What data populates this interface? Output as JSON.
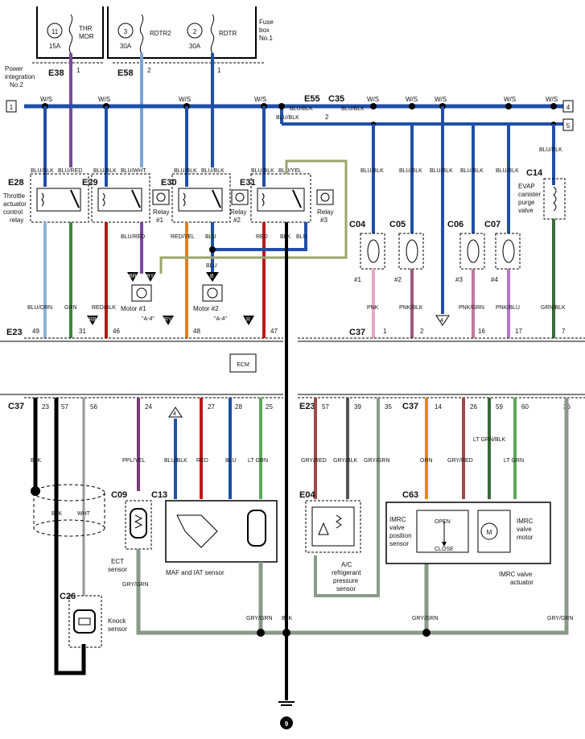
{
  "fuses": [
    {
      "num": "11",
      "amp": "15A",
      "name1": "THR",
      "name2": "MOR"
    },
    {
      "num": "3",
      "amp": "30A",
      "name1": "RDTR2",
      "name2": ""
    },
    {
      "num": "2",
      "amp": "30A",
      "name1": "RDTR",
      "name2": ""
    }
  ],
  "fuse_box_label": [
    "Fuse",
    "box",
    "No.1"
  ],
  "power_integration_label": [
    "Power",
    "integration",
    "No.2"
  ],
  "connectors": {
    "E38": "E38",
    "E58": "E58",
    "E55": "E55",
    "C35": "C35",
    "E28": "E28",
    "E29": "E29",
    "E30": "E30",
    "E31": "E31",
    "C14": "C14",
    "C04": "C04",
    "C05": "C05",
    "C06": "C06",
    "C07": "C07",
    "E23_top": "E23",
    "C37_top": "C37",
    "C37_left": "C37",
    "E23_right": "E23",
    "C37_right": "C37",
    "C09": "C09",
    "C13": "C13",
    "E04": "E04",
    "C63": "C63",
    "C26": "C26"
  },
  "wire_colors": {
    "ws": "W/S",
    "blu_blk": "BLU/BLK",
    "blu_red": "BLU/RED",
    "blu_wht": "BLU/WHT",
    "blu_yel": "BLU/YEL",
    "red_yel": "RED/YEL",
    "blu": "BLU",
    "red": "RED",
    "blk": "BLK",
    "blu_orn": "BLU/ORN",
    "grn": "GRN",
    "red_blk": "RED/BLK",
    "pnk": "PNK",
    "pnk_blk": "PNK/BLK",
    "pnk_grn": "PNK/GRN",
    "pnk_blu": "PNK/BLU",
    "grn_blk": "GRN/BLK",
    "ppl_yel": "PPL/YEL",
    "lt_grn": "LT GRN",
    "gry_red": "GRY/RED",
    "gry_blk": "GRY/BLK",
    "gry_grn": "GRY/GRN",
    "orn": "ORN",
    "lt_grn_blk": "LT GRN/BLK",
    "wht": "WHT",
    "br": "BR",
    "by": "BY",
    "b": "B",
    "ry": "RY",
    "rb": "RB",
    "r": "R"
  },
  "components": {
    "throttle_relay": [
      "Throttle",
      "actuator",
      "control",
      "relay"
    ],
    "relay1": [
      "Relay",
      "#1"
    ],
    "relay2": [
      "Relay",
      "#2"
    ],
    "relay3": [
      "Relay",
      "#3"
    ],
    "motor1": "Motor #1",
    "motor2": "Motor #2",
    "motor_ref": "\"A-4\"",
    "evap": [
      "EVAP",
      "canister",
      "purge",
      "valve"
    ],
    "inj": [
      "#1",
      "#2",
      "#3",
      "#4"
    ],
    "ecm": "ECM",
    "ect": [
      "ECT",
      "sensor"
    ],
    "maf": "MAF and IAT sensor",
    "ac": [
      "A/C",
      "refrigerant",
      "pressure",
      "sensor"
    ],
    "imrc_pos": [
      "IMRC",
      "valve",
      "position",
      "sensor"
    ],
    "open": "OPEN",
    "close": "CLOSE",
    "imrc_motor": [
      "IMRC",
      "valve",
      "motor"
    ],
    "imrc_act": [
      "IMRC valve",
      "actuator"
    ],
    "knock": [
      "Knock",
      "sensor"
    ],
    "ground": "9",
    "arrow_a": "4",
    "box1": "1",
    "box4": "4",
    "box5": "5"
  },
  "pins": {
    "e38": "1",
    "e58": "2",
    "fuse2": "1",
    "e55": "2",
    "e23": [
      "49",
      "31",
      "46",
      "48",
      "47"
    ],
    "c37_top": [
      "1",
      "2",
      "16",
      "17",
      "7"
    ],
    "c37_left": [
      "23",
      "57",
      "56"
    ],
    "ecm_row": [
      "24",
      "27",
      "28",
      "25"
    ],
    "e23_right": [
      "57",
      "39",
      "35"
    ],
    "c37_right": [
      "14",
      "26",
      "59",
      "60",
      "36"
    ]
  }
}
